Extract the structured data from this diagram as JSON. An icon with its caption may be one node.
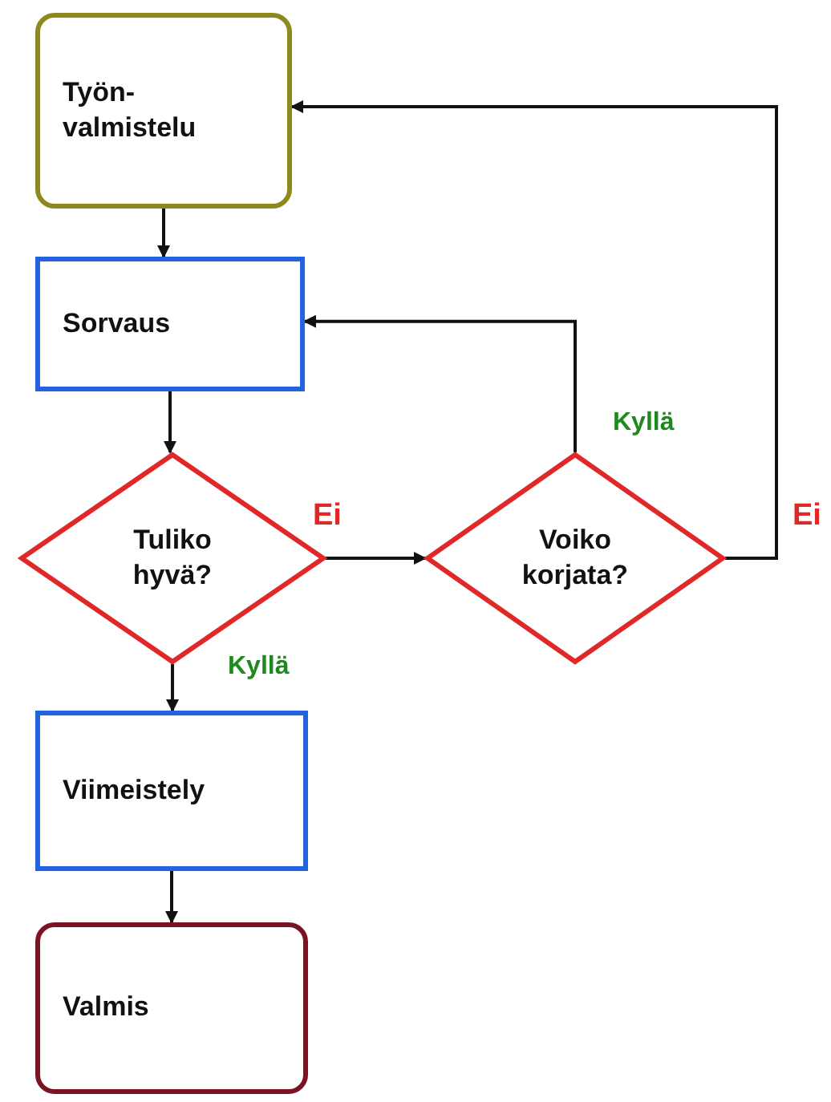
{
  "diagram": {
    "nodes": [
      {
        "text": [
          "Työn- valmistelu"
        ]
      },
      {
        "text": [
          "Sorvaus"
        ]
      },
      {
        "text": [
          "Tuliko hyvä?"
        ]
      },
      {
        "text": [
          "Voiko korjata?"
        ]
      },
      {
        "text": [
          "Viimeistely"
        ]
      },
      {
        "text": [
          "Valmis"
        ]
      }
    ],
    "edges": [
      {
        "from": 0,
        "to": 1,
        "arrow": "to"
      },
      {
        "from": 1,
        "to": 2,
        "arrow": "to"
      },
      {
        "from": 2,
        "to": 4,
        "arrow": "to",
        "label": "Kyllä"
      },
      {
        "from": 2,
        "to": 3,
        "arrow": "to",
        "label": "Ei"
      },
      {
        "from": 3,
        "to": 1,
        "arrow": "to",
        "label": "Kyllä"
      },
      {
        "from": 3,
        "to": 0,
        "arrow": "to",
        "label": "Ei"
      },
      {
        "from": 4,
        "to": 5,
        "arrow": "to"
      }
    ]
  }
}
